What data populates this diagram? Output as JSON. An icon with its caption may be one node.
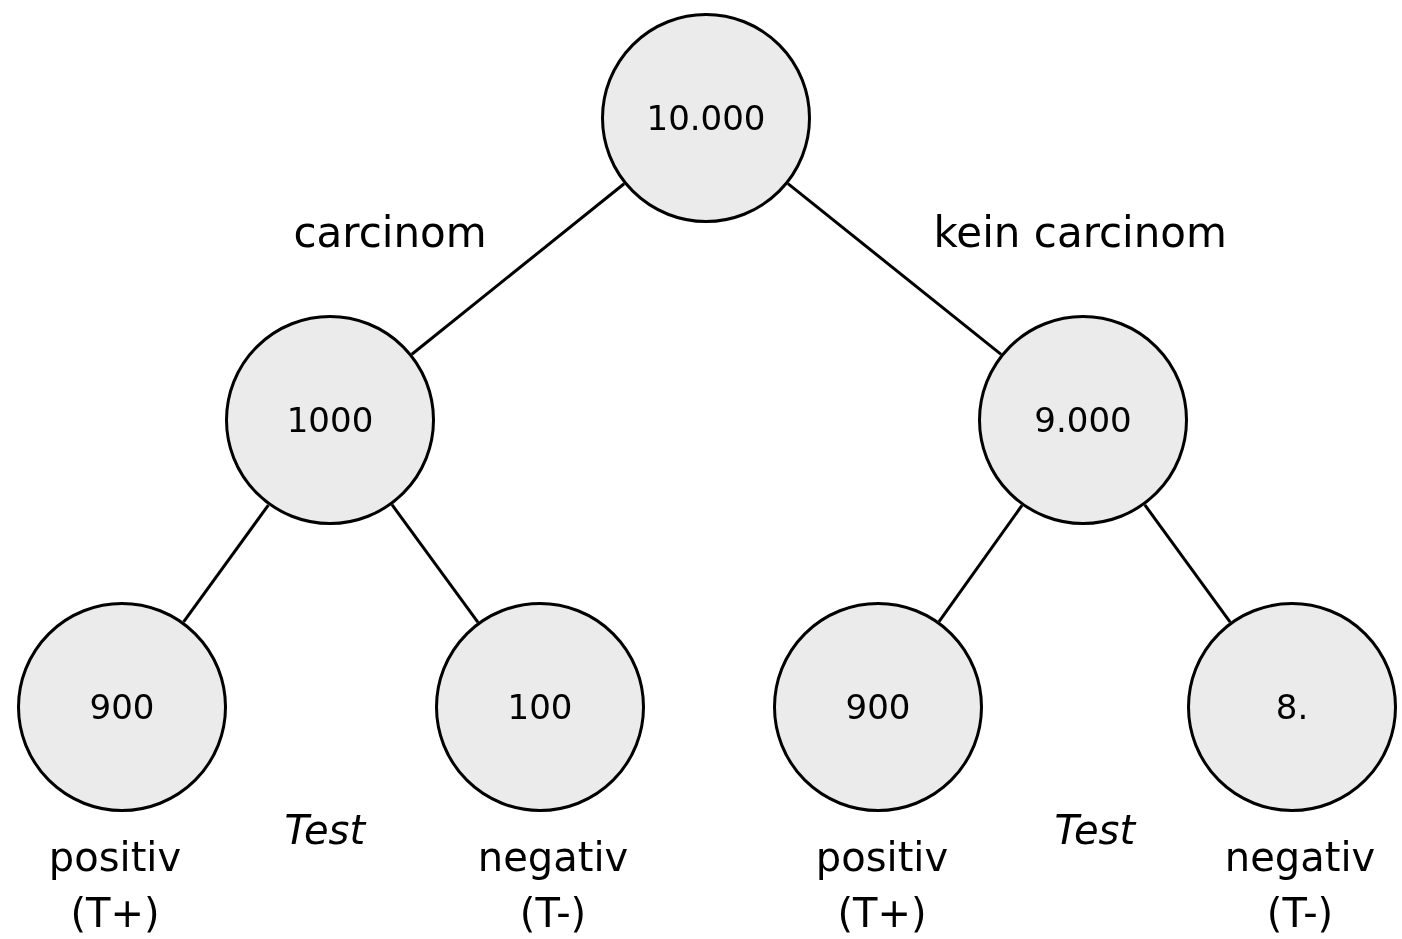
{
  "diagram": {
    "nodes": [
      {
        "text": [
          "10.000"
        ]
      },
      {
        "text": [
          "1000"
        ]
      },
      {
        "text": [
          "9.000"
        ]
      },
      {
        "text": [
          "900"
        ],
        "beside": [
          "positiv (T+)"
        ]
      },
      {
        "text": [
          "100"
        ],
        "beside": [
          "negativ (T-)"
        ]
      },
      {
        "text": [
          "900"
        ],
        "beside": [
          "positiv (T+)"
        ]
      },
      {
        "text": [
          "8."
        ],
        "beside": [
          "negativ (T-)"
        ]
      }
    ],
    "edges": [
      {
        "from": 0,
        "to": 1,
        "arrow": "none",
        "label": "carcinom"
      },
      {
        "from": 0,
        "to": 2,
        "arrow": "none",
        "label": "kein carcinom"
      },
      {
        "from": 1,
        "to": 3,
        "arrow": "none"
      },
      {
        "from": 1,
        "to": 4,
        "arrow": "none"
      },
      {
        "from": 2,
        "to": 5,
        "arrow": "none"
      },
      {
        "from": 2,
        "to": 6,
        "arrow": "none"
      }
    ],
    "labels": [
      "Test",
      "Test"
    ]
  }
}
